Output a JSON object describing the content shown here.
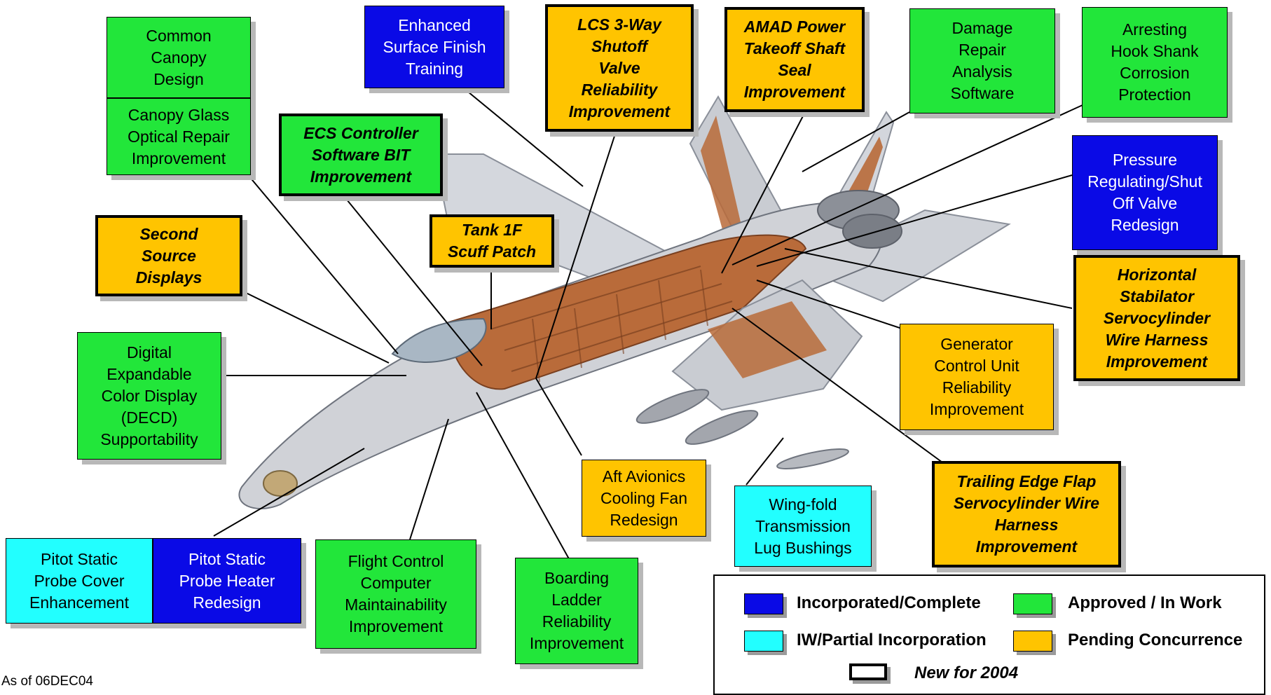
{
  "colors": {
    "incorporated": "#0a0ae6",
    "approved": "#22e63a",
    "partial": "#22ffff",
    "pending": "#ffc400"
  },
  "callouts": [
    {
      "id": "common-canopy-design",
      "text": "Common\nCanopy\nDesign",
      "status": "approved",
      "is_new": false
    },
    {
      "id": "canopy-glass-optical-repair",
      "text": "Canopy Glass\nOptical Repair\nImprovement",
      "status": "approved",
      "is_new": false
    },
    {
      "id": "enhanced-surface-finish-training",
      "text": "Enhanced\nSurface Finish\nTraining",
      "status": "incorporated",
      "is_new": false
    },
    {
      "id": "lcs-3-way-shutoff-valve",
      "text": "LCS 3-Way\nShutoff\nValve\nReliability\nImprovement",
      "status": "pending",
      "is_new": true
    },
    {
      "id": "amad-power-takeoff-shaft-seal",
      "text": "AMAD Power\nTakeoff Shaft\nSeal\nImprovement",
      "status": "pending",
      "is_new": true
    },
    {
      "id": "damage-repair-analysis-software",
      "text": "Damage\nRepair\nAnalysis\nSoftware",
      "status": "approved",
      "is_new": false
    },
    {
      "id": "arresting-hook-shank-corrosion",
      "text": "Arresting\nHook Shank\nCorrosion\nProtection",
      "status": "approved",
      "is_new": false
    },
    {
      "id": "ecs-controller-software-bit",
      "text": "ECS Controller\nSoftware BIT\nImprovement",
      "status": "approved",
      "is_new": true
    },
    {
      "id": "pressure-regulating-shutoff-valve",
      "text": "Pressure\nRegulating/Shut\nOff Valve\nRedesign",
      "status": "incorporated",
      "is_new": false
    },
    {
      "id": "second-source-displays",
      "text": "Second\nSource\nDisplays",
      "status": "pending",
      "is_new": true
    },
    {
      "id": "tank-1f-scuff-patch",
      "text": "Tank 1F\nScuff Patch",
      "status": "pending",
      "is_new": true
    },
    {
      "id": "horizontal-stabilator-servocylinder",
      "text": "Horizontal\nStabilator\nServocylinder\nWire Harness\nImprovement",
      "status": "pending",
      "is_new": true
    },
    {
      "id": "digital-expandable-color-display",
      "text": "Digital\nExpandable\nColor Display\n(DECD)\nSupportability",
      "status": "approved",
      "is_new": false
    },
    {
      "id": "generator-control-unit",
      "text": "Generator\nControl Unit\nReliability\nImprovement",
      "status": "pending",
      "is_new": false
    },
    {
      "id": "aft-avionics-cooling-fan",
      "text": "Aft Avionics\nCooling Fan\nRedesign",
      "status": "pending",
      "is_new": false
    },
    {
      "id": "wing-fold-transmission-lug-bushings",
      "text": "Wing-fold\nTransmission\nLug Bushings",
      "status": "partial",
      "is_new": false
    },
    {
      "id": "trailing-edge-flap-servocylinder",
      "text": "Trailing Edge Flap\nServocylinder Wire\nHarness\nImprovement",
      "status": "pending",
      "is_new": true
    },
    {
      "id": "pitot-static-probe-cover",
      "text": "Pitot Static\nProbe Cover\nEnhancement",
      "status": "partial",
      "is_new": false
    },
    {
      "id": "pitot-static-probe-heater",
      "text": "Pitot Static\nProbe Heater\nRedesign",
      "status": "incorporated",
      "is_new": false
    },
    {
      "id": "flight-control-computer",
      "text": "Flight Control\nComputer\nMaintainability\nImprovement",
      "status": "approved",
      "is_new": false
    },
    {
      "id": "boarding-ladder-reliability",
      "text": "Boarding\nLadder\nReliability\nImprovement",
      "status": "approved",
      "is_new": false
    }
  ],
  "legend": {
    "incorporated": "Incorporated/Complete",
    "approved": "Approved / In Work",
    "partial": "IW/Partial Incorporation",
    "pending": "Pending Concurrence",
    "new": "New for 2004"
  },
  "footer": {
    "as_of": "As of 06DEC04"
  }
}
